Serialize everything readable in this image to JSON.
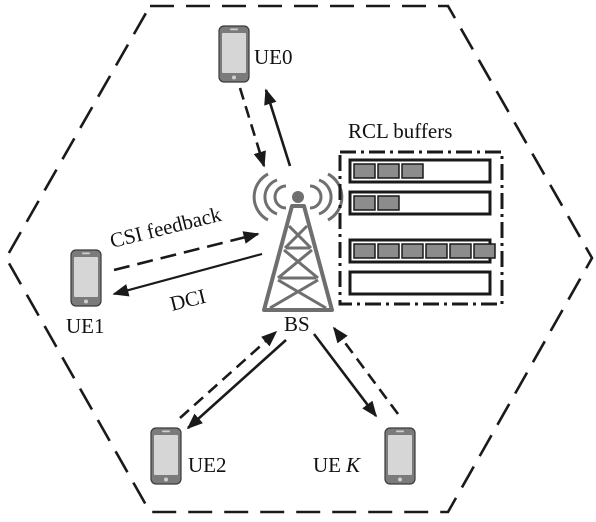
{
  "labels": {
    "ue0": "UE0",
    "ue1": "UE1",
    "ue2": "UE2",
    "uek_prefix": "UE",
    "uek_var": "K",
    "bs": "BS",
    "buffers_title": "RCL buffers",
    "csi": "CSI feedback",
    "dci": "DCI"
  },
  "buffers": {
    "rows": [
      {
        "filled_segments": 3,
        "total_segments": 6
      },
      {
        "filled_segments": 2,
        "total_segments": 6
      },
      {
        "filled_segments": 6,
        "total_segments": 6
      },
      {
        "filled_segments": 0,
        "total_segments": 6
      }
    ]
  },
  "colors": {
    "stroke": "#1a1a1a",
    "phone_body": "#7b7b7b",
    "phone_screen": "#d6d6d6",
    "buffer_fill": "#8c8c8c",
    "tower": "#6f6f6f"
  }
}
